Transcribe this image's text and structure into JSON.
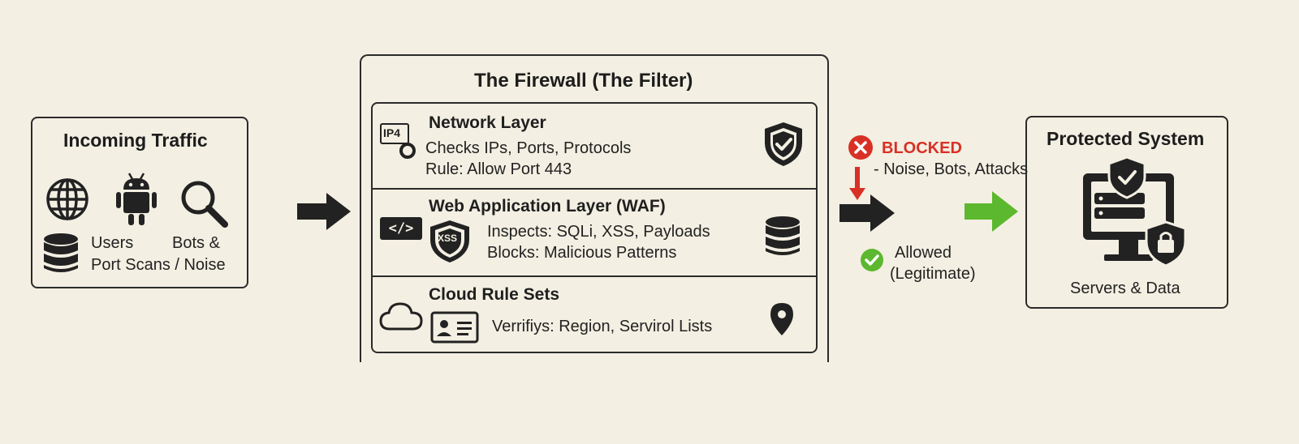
{
  "incoming": {
    "title": "Incoming Traffic",
    "users_label": "Users",
    "bots_label": "Bots &",
    "scans_label": "Port Scans / Noise",
    "icons": [
      "globe-icon",
      "android-icon",
      "magnifier-icon",
      "database-icon"
    ]
  },
  "firewall": {
    "title": "The Firewall (The Filter)",
    "layers": [
      {
        "title": "Network Layer",
        "badge": "IP4",
        "line1": "Checks IPs, Ports, Protocols",
        "line2": "Rule: Allow Port 443",
        "icons": [
          "ip4-icon",
          "shield-check-icon"
        ]
      },
      {
        "title": "Web Application Layer (WAF)",
        "badge": "XSS",
        "code_glyph": "</>",
        "line1": "Inspects: SQLi, XSS, Payloads",
        "line2": "Blocks: Malicious Patterns",
        "icons": [
          "code-icon",
          "xss-shield-icon",
          "database-icon"
        ]
      },
      {
        "title": "Cloud Rule Sets",
        "line1": "Verrifiys: Region, Servirol Lists",
        "icons": [
          "cloud-icon",
          "id-card-icon",
          "map-pin-icon"
        ]
      }
    ]
  },
  "outcomes": {
    "blocked_label": "BLOCKED",
    "blocked_detail": "- Noise, Bots, Attacks",
    "allowed_label": "Allowed",
    "allowed_detail": "(Legitimate)"
  },
  "protected": {
    "title": "Protected System",
    "caption": "Servers & Data",
    "icons": [
      "monitor-server-icon",
      "shield-check-icon",
      "padlock-shield-icon"
    ]
  },
  "colors": {
    "background": "#f3efe2",
    "blocked": "#d93025",
    "allowed": "#5cb82e",
    "ink": "#2b2b2b"
  }
}
